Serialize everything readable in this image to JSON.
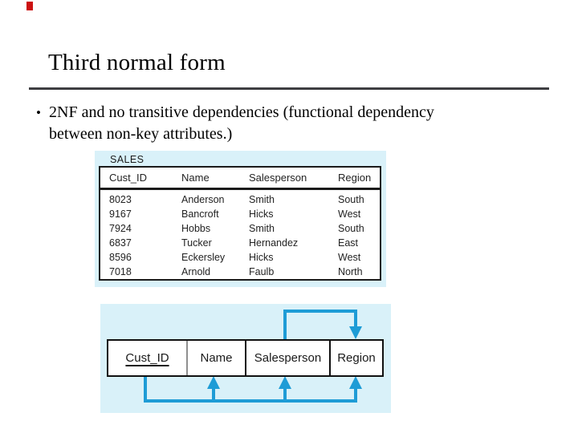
{
  "slide": {
    "title": "Third normal form",
    "bullet_glyph": "•",
    "bullet_lines": {
      "line1": "2NF and no transitive dependencies (functional dependency",
      "line2": "between non-key attributes.)"
    }
  },
  "table_panel": {
    "label": "SALES",
    "columns": [
      "Cust_ID",
      "Name",
      "Salesperson",
      "Region"
    ],
    "rows": [
      [
        "8023",
        "Anderson",
        "Smith",
        "South"
      ],
      [
        "9167",
        "Bancroft",
        "Hicks",
        "West"
      ],
      [
        "7924",
        "Hobbs",
        "Smith",
        "South"
      ],
      [
        "6837",
        "Tucker",
        "Hernandez",
        "East"
      ],
      [
        "8596",
        "Eckersley",
        "Hicks",
        "West"
      ],
      [
        "7018",
        "Arnold",
        "Faulb",
        "North"
      ]
    ]
  },
  "dependency_diagram": {
    "fields": [
      "Cust_ID",
      "Name",
      "Salesperson",
      "Region"
    ],
    "primary_key": "Cust_ID",
    "arrows": [
      {
        "from": "Salesperson",
        "to": "Region",
        "position": "top"
      },
      {
        "from": "Cust_ID",
        "to": "Name, Salesperson, Region",
        "position": "bottom"
      }
    ]
  },
  "colors": {
    "accent": "#1e9cd6",
    "panel": "#d9f1f9",
    "rule": "#3e3e41",
    "marker": "#cc1111"
  }
}
